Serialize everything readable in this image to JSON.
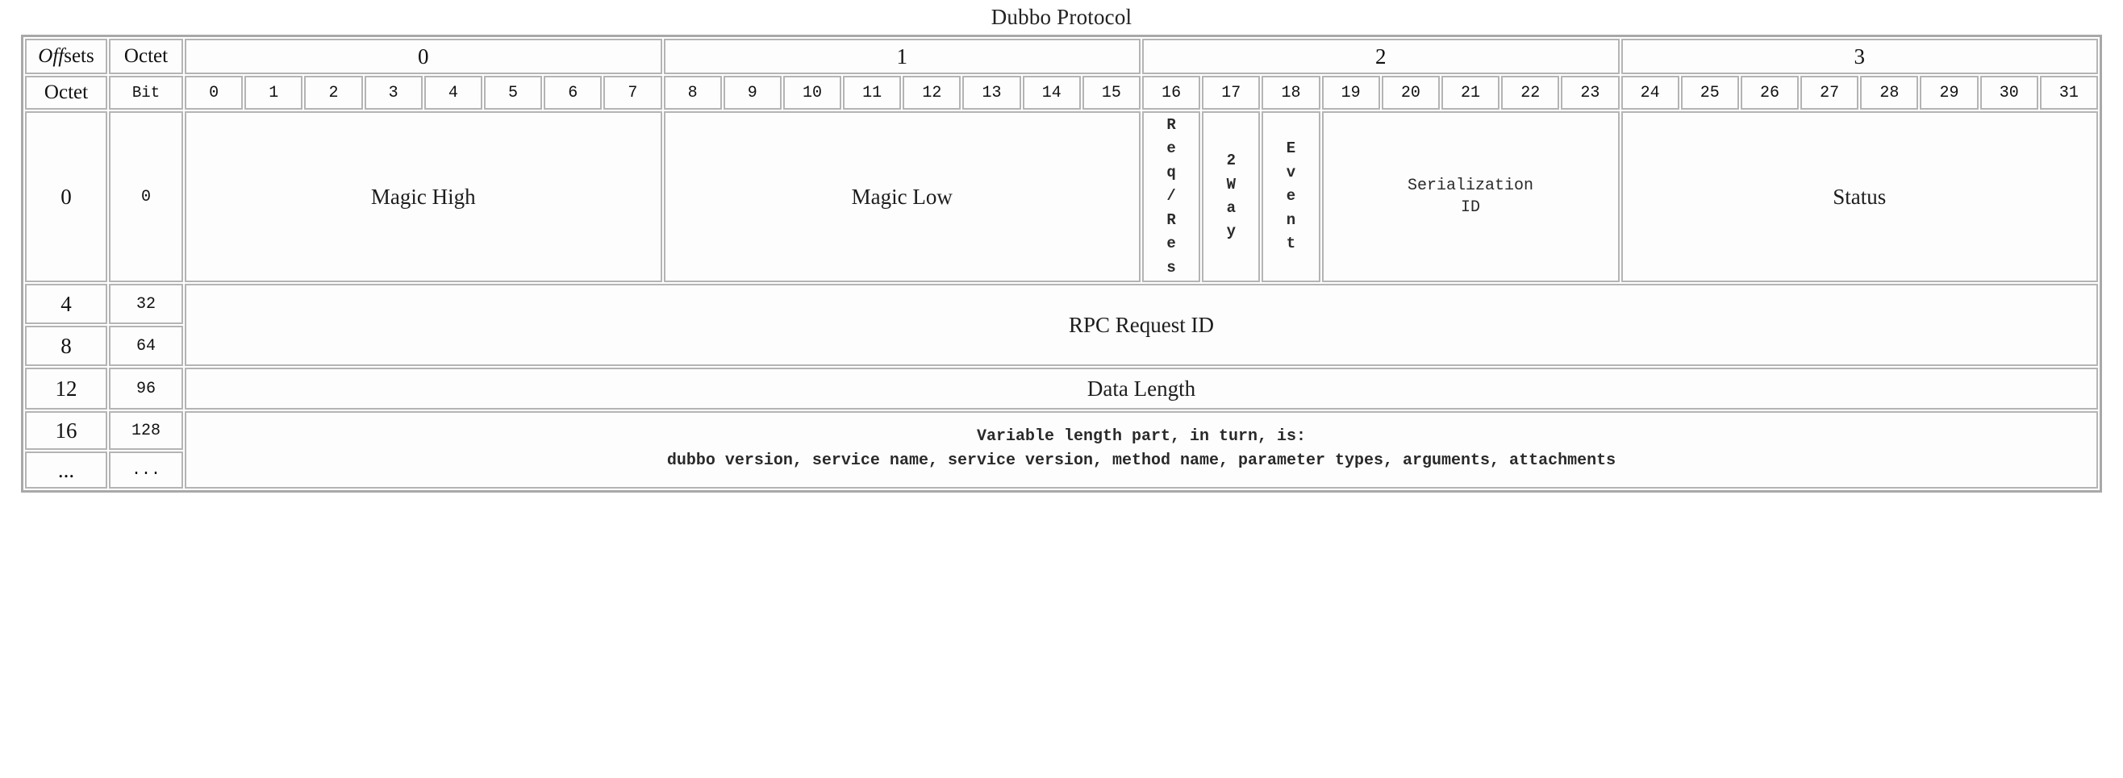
{
  "title": "Dubbo Protocol",
  "header": {
    "corner_offsets": "Offsets",
    "corner_octet": "Octet",
    "row2_octet": "Octet",
    "row2_bit": "Bit",
    "octet_groups": [
      "0",
      "1",
      "2",
      "3"
    ],
    "bits": [
      "0",
      "1",
      "2",
      "3",
      "4",
      "5",
      "6",
      "7",
      "8",
      "9",
      "10",
      "11",
      "12",
      "13",
      "14",
      "15",
      "16",
      "17",
      "18",
      "19",
      "20",
      "21",
      "22",
      "23",
      "24",
      "25",
      "26",
      "27",
      "28",
      "29",
      "30",
      "31"
    ]
  },
  "rows": [
    {
      "octet": "0",
      "bit": "0",
      "fields": [
        {
          "label": "Magic High",
          "bits": 8,
          "style": "serif"
        },
        {
          "label": "Magic Low",
          "bits": 8,
          "style": "serif"
        },
        {
          "label": "Req/Res",
          "bits": 1,
          "style": "vertical"
        },
        {
          "label": "2Way",
          "bits": 1,
          "style": "vertical"
        },
        {
          "label": "Event",
          "bits": 1,
          "style": "vertical"
        },
        {
          "label": "Serialization ID",
          "bits": 5,
          "style": "mono"
        },
        {
          "label": "Status",
          "bits": 8,
          "style": "serif"
        }
      ]
    },
    {
      "octet": "4",
      "bit": "32",
      "fields": [
        {
          "label": "RPC Request ID",
          "bits": 32,
          "style": "serif",
          "rowspan": 2
        }
      ]
    },
    {
      "octet": "8",
      "bit": "64",
      "fields": []
    },
    {
      "octet": "12",
      "bit": "96",
      "fields": [
        {
          "label": "Data Length",
          "bits": 32,
          "style": "serif"
        }
      ]
    },
    {
      "octet": "16",
      "bit": "128",
      "fields": [
        {
          "label": "Variable length part, in turn, is:",
          "bits": 32,
          "style": "mono"
        }
      ]
    },
    {
      "octet": "...",
      "bit": "...",
      "fields": [
        {
          "label": "dubbo version, service name, service version, method name, parameter types, arguments, attachments",
          "bits": 32,
          "style": "mono"
        }
      ]
    }
  ],
  "variable_part": {
    "line1": "Variable length part, in turn, is:",
    "line2": "dubbo version, service name, service version, method name, parameter types, arguments, attachments"
  },
  "field_labels": {
    "magic_high": "Magic High",
    "magic_low": "Magic Low",
    "req_res": "R\ne\nq\n/\nR\ne\ns",
    "two_way": "2\nW\na\ny",
    "event": "E\nv\ne\nn\nt",
    "serialization_id_line1": "Serialization",
    "serialization_id_line2": "ID",
    "status": "Status",
    "rpc_request_id": "RPC Request ID",
    "data_length": "Data Length"
  },
  "offsets": {
    "o0": "0",
    "b0": "0",
    "o4": "4",
    "b4": "32",
    "o8": "8",
    "b8": "64",
    "o12": "12",
    "b12": "96",
    "o16": "16",
    "b16": "128",
    "odots": "...",
    "bdots": "..."
  },
  "colors": {
    "border": "#b4b4b4",
    "outer_border": "#a8a8a8",
    "cell_bg": "#fdfdfd",
    "page_bg": "#ffffff",
    "text": "#111111"
  }
}
